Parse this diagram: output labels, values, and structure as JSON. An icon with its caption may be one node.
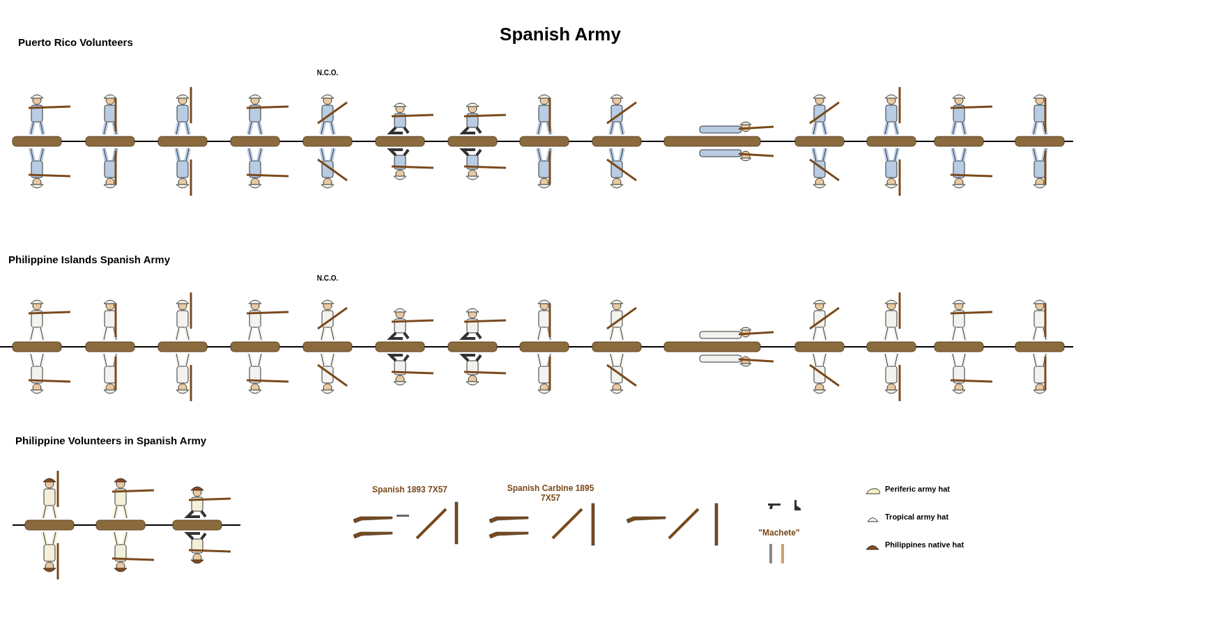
{
  "diagram": {
    "title": "Spanish Army",
    "labels": [
      "Puerto Rico Volunteers",
      "N.C.O.",
      "Philippine Islands Spanish Army",
      "N.C.O.",
      "Philippine Volunteers in Spanish Army",
      "Spanish 1893 7X57",
      "Spanish Carbine 1895 7X57",
      "\"Machete\""
    ],
    "legend": [
      {
        "text": "Periferic army hat"
      },
      {
        "text": "Tropical army hat"
      },
      {
        "text": "Philippines native hat"
      }
    ]
  }
}
